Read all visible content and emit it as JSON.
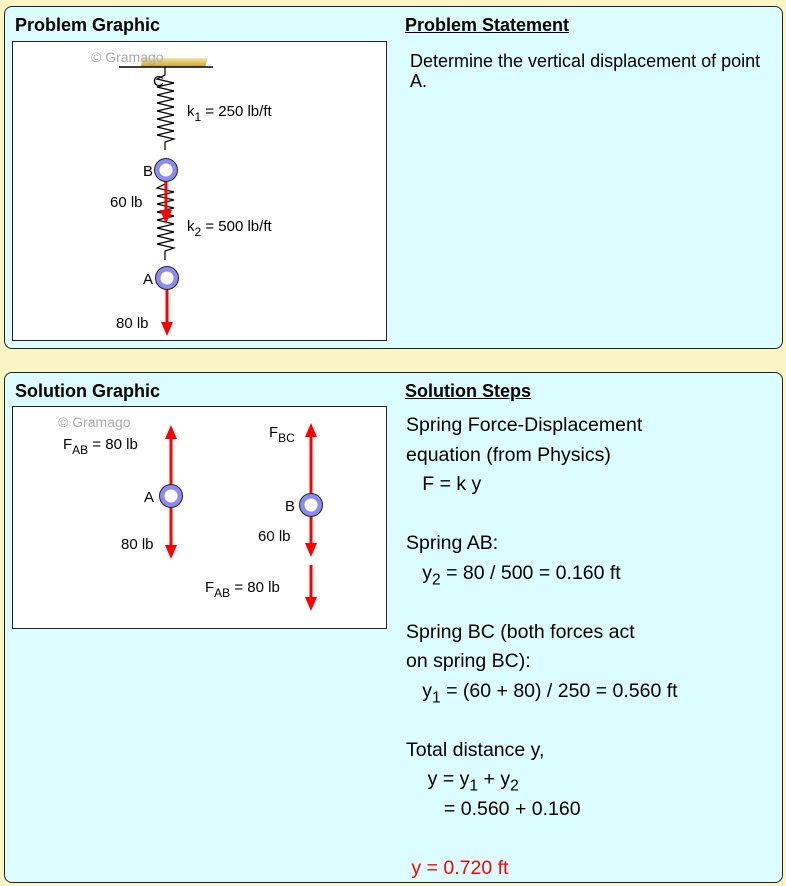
{
  "problem": {
    "graphic_title": "Problem Graphic",
    "statement_title": "Problem Statement",
    "statement": "Determine the vertical displacement of point A.",
    "watermark": "© Gramago",
    "labels": {
      "C": "C",
      "B": "B",
      "A": "A",
      "k1": "k",
      "k1_sub": "1",
      "k1_val": " = 250 lb/ft",
      "k2": "k",
      "k2_sub": "2",
      "k2_val": " = 500 lb/ft",
      "force_b": "60 lb",
      "force_a": "80 lb"
    }
  },
  "solution": {
    "graphic_title": "Solution Graphic",
    "steps_title": "Solution Steps",
    "watermark": "© Gramago",
    "fbd": {
      "fab_top": "F",
      "fab_top_sub": "AB",
      "fab_top_val": " = 80 lb",
      "a": "A",
      "a_down": "80 lb",
      "fbc": "F",
      "fbc_sub": "BC",
      "b": "B",
      "b_down": "60 lb",
      "fab_bot": "F",
      "fab_bot_sub": "AB",
      "fab_bot_val": " = 80 lb"
    },
    "steps": {
      "l1": "Spring Force-Displacement",
      "l2": "equation (from Physics)",
      "l3": "   F = k y",
      "l5": "Spring AB:",
      "l6a": "   y",
      "l6s": "2",
      "l6b": " = 80 / 500 = 0.160 ft",
      "l8": "Spring BC (both forces act",
      "l9": "on spring BC):",
      "l10a": "   y",
      "l10s": "1",
      "l10b": " = (60 + 80) / 250 = 0.560 ft",
      "l12": "Total distance y,",
      "l13a": "    y = y",
      "l13s1": "1",
      "l13b": " + y",
      "l13s2": "2",
      "l14": "       = 0.560 + 0.160",
      "answer": " y = 0.720 ft"
    }
  },
  "colors": {
    "panel": "#dcfdff",
    "background": "#fbf5c6",
    "force": "#ff0000",
    "node": "#8c8cf0"
  }
}
